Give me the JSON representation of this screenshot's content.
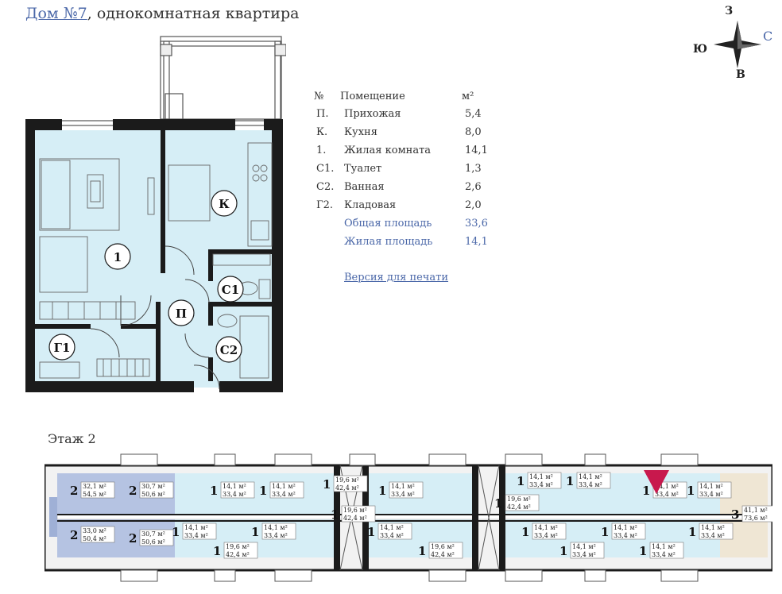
{
  "header": {
    "house_link": "Дом №7",
    "title_rest": ", однокомнатная квартира"
  },
  "compass": {
    "north": "З",
    "south": "В",
    "west": "Ю",
    "east": "С"
  },
  "plan_labels": {
    "living": "1",
    "kitchen": "К",
    "hall": "П",
    "toilet": "С1",
    "bath": "С2",
    "storage": "Г1"
  },
  "rooms_table": {
    "headers": {
      "num": "№",
      "name": "Помещение",
      "unit": "м²"
    },
    "rows": [
      {
        "code": "П.",
        "name": "Прихожая",
        "area": "5,4"
      },
      {
        "code": "К.",
        "name": "Кухня",
        "area": "8,0"
      },
      {
        "code": "1.",
        "name": "Жилая комната",
        "area": "14,1"
      },
      {
        "code": "С1.",
        "name": "Туалет",
        "area": "1,3"
      },
      {
        "code": "С2.",
        "name": "Ванная",
        "area": "2,6"
      },
      {
        "code": "Г2.",
        "name": "Кладовая",
        "area": "2,0"
      }
    ],
    "total": {
      "label": "Общая площадь",
      "area": "33,6"
    },
    "living": {
      "label": "Жилая площадь",
      "area": "14,1"
    }
  },
  "print_link": "Версия для печати",
  "floor": {
    "title": "Этаж 2"
  },
  "colors": {
    "accent": "#4a67a8",
    "wall": "#1b1b1b",
    "room_fill": "#d6eef6",
    "two_room": "#b5c3e2",
    "three_room": "#efe6d4",
    "marker": "#c8184d"
  },
  "floor_units": [
    {
      "rooms": "2",
      "a1": "32,1 м²",
      "a2": "54,5 м²"
    },
    {
      "rooms": "2",
      "a1": "30,7 м²",
      "a2": "50,6 м²"
    },
    {
      "rooms": "1",
      "a1": "14,1 м²",
      "a2": "33,4 м²"
    },
    {
      "rooms": "1",
      "a1": "14,1 м²",
      "a2": "33,4 м²"
    },
    {
      "rooms": "1",
      "a1": "19,6 м²",
      "a2": "42,4 м²"
    },
    {
      "rooms": "1",
      "a1": "19,6 м²",
      "a2": "42,4 м²"
    },
    {
      "rooms": "1",
      "a1": "14,1 м²",
      "a2": "33,4 м²"
    },
    {
      "rooms": "1",
      "a1": "19,6 м²",
      "a2": "42,4 м²"
    },
    {
      "rooms": "1",
      "a1": "14,1 м²",
      "a2": "33,4 м²"
    },
    {
      "rooms": "1",
      "a1": "14,1 м²",
      "a2": "33,4 м²"
    },
    {
      "rooms": "1",
      "a1": "14,1 м²",
      "a2": "33,4 м²"
    },
    {
      "rooms": "1",
      "a1": "14,1 м²",
      "a2": "33,4 м²"
    },
    {
      "rooms": "3",
      "a1": "41,1 м²",
      "a2": "73,6 м²"
    },
    {
      "rooms": "2",
      "a1": "33,0 м²",
      "a2": "50,4 м²"
    },
    {
      "rooms": "2",
      "a1": "30,7 м²",
      "a2": "50,6 м²"
    },
    {
      "rooms": "1",
      "a1": "14,1 м²",
      "a2": "33,4 м²"
    },
    {
      "rooms": "1",
      "a1": "14,1 м²",
      "a2": "33,4 м²"
    },
    {
      "rooms": "1",
      "a1": "19,6 м²",
      "a2": "42,4 м²"
    },
    {
      "rooms": "1",
      "a1": "14,1 м²",
      "a2": "33,4 м²"
    },
    {
      "rooms": "1",
      "a1": "19,6 м²",
      "a2": "42,4 м²"
    },
    {
      "rooms": "1",
      "a1": "14,1 м²",
      "a2": "33,4 м²"
    },
    {
      "rooms": "1",
      "a1": "14,1 м²",
      "a2": "33,4 м²"
    },
    {
      "rooms": "1",
      "a1": "14,1 м²",
      "a2": "33,4 м²"
    },
    {
      "rooms": "1",
      "a1": "14,1 м²",
      "a2": "33,4 м²"
    },
    {
      "rooms": "1",
      "a1": "14,1 м²",
      "a2": "33,4 м²"
    }
  ]
}
